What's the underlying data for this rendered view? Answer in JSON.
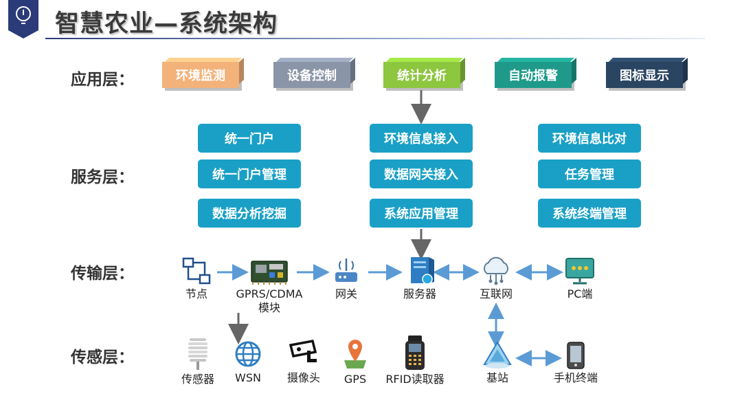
{
  "title": "智慧农业—系统架构",
  "layers": {
    "application": "应用层：",
    "service": "服务层：",
    "transport": "传输层：",
    "sensing": "传感层："
  },
  "application_boxes": [
    {
      "label": "环境监测",
      "color": "#f2b27a"
    },
    {
      "label": "设备控制",
      "color": "#8b95a8"
    },
    {
      "label": "统计分析",
      "color": "#8dc63f"
    },
    {
      "label": "自动报警",
      "color": "#1f9a8a"
    },
    {
      "label": "图标显示",
      "color": "#2a4562"
    }
  ],
  "service_boxes": {
    "left": [
      "统一门户",
      "统一门户管理",
      "数据分析挖掘"
    ],
    "center": [
      "环境信息接入",
      "数据网关接入",
      "系统应用管理"
    ],
    "right": [
      "环境信息比对",
      "任务管理",
      "系统终端管理"
    ]
  },
  "transport_nodes": [
    {
      "label": "节点",
      "icon": "node-icon"
    },
    {
      "label": "GPRS/CDMA",
      "label2": "模块",
      "icon": "gprs-module-icon"
    },
    {
      "label": "网关",
      "icon": "gateway-icon"
    },
    {
      "label": "服务器",
      "icon": "server-icon"
    },
    {
      "label": "互联网",
      "icon": "internet-icon"
    },
    {
      "label": "PC端",
      "icon": "pc-icon"
    }
  ],
  "sensing_nodes": [
    {
      "label": "传感器",
      "icon": "sensor-icon"
    },
    {
      "label": "WSN",
      "icon": "wsn-icon"
    },
    {
      "label": "摄像头",
      "icon": "camera-icon"
    },
    {
      "label": "GPS",
      "icon": "gps-icon"
    },
    {
      "label": "RFID读取器",
      "icon": "rfid-reader-icon"
    },
    {
      "label": "基站",
      "icon": "base-station-icon"
    },
    {
      "label": "手机终端",
      "icon": "mobile-icon"
    }
  ],
  "colors": {
    "service_box": "#1aa0c6",
    "flow_arrow": "#5b9bd5",
    "down_arrow": "#666666",
    "title_badge": "#2b3a78"
  }
}
